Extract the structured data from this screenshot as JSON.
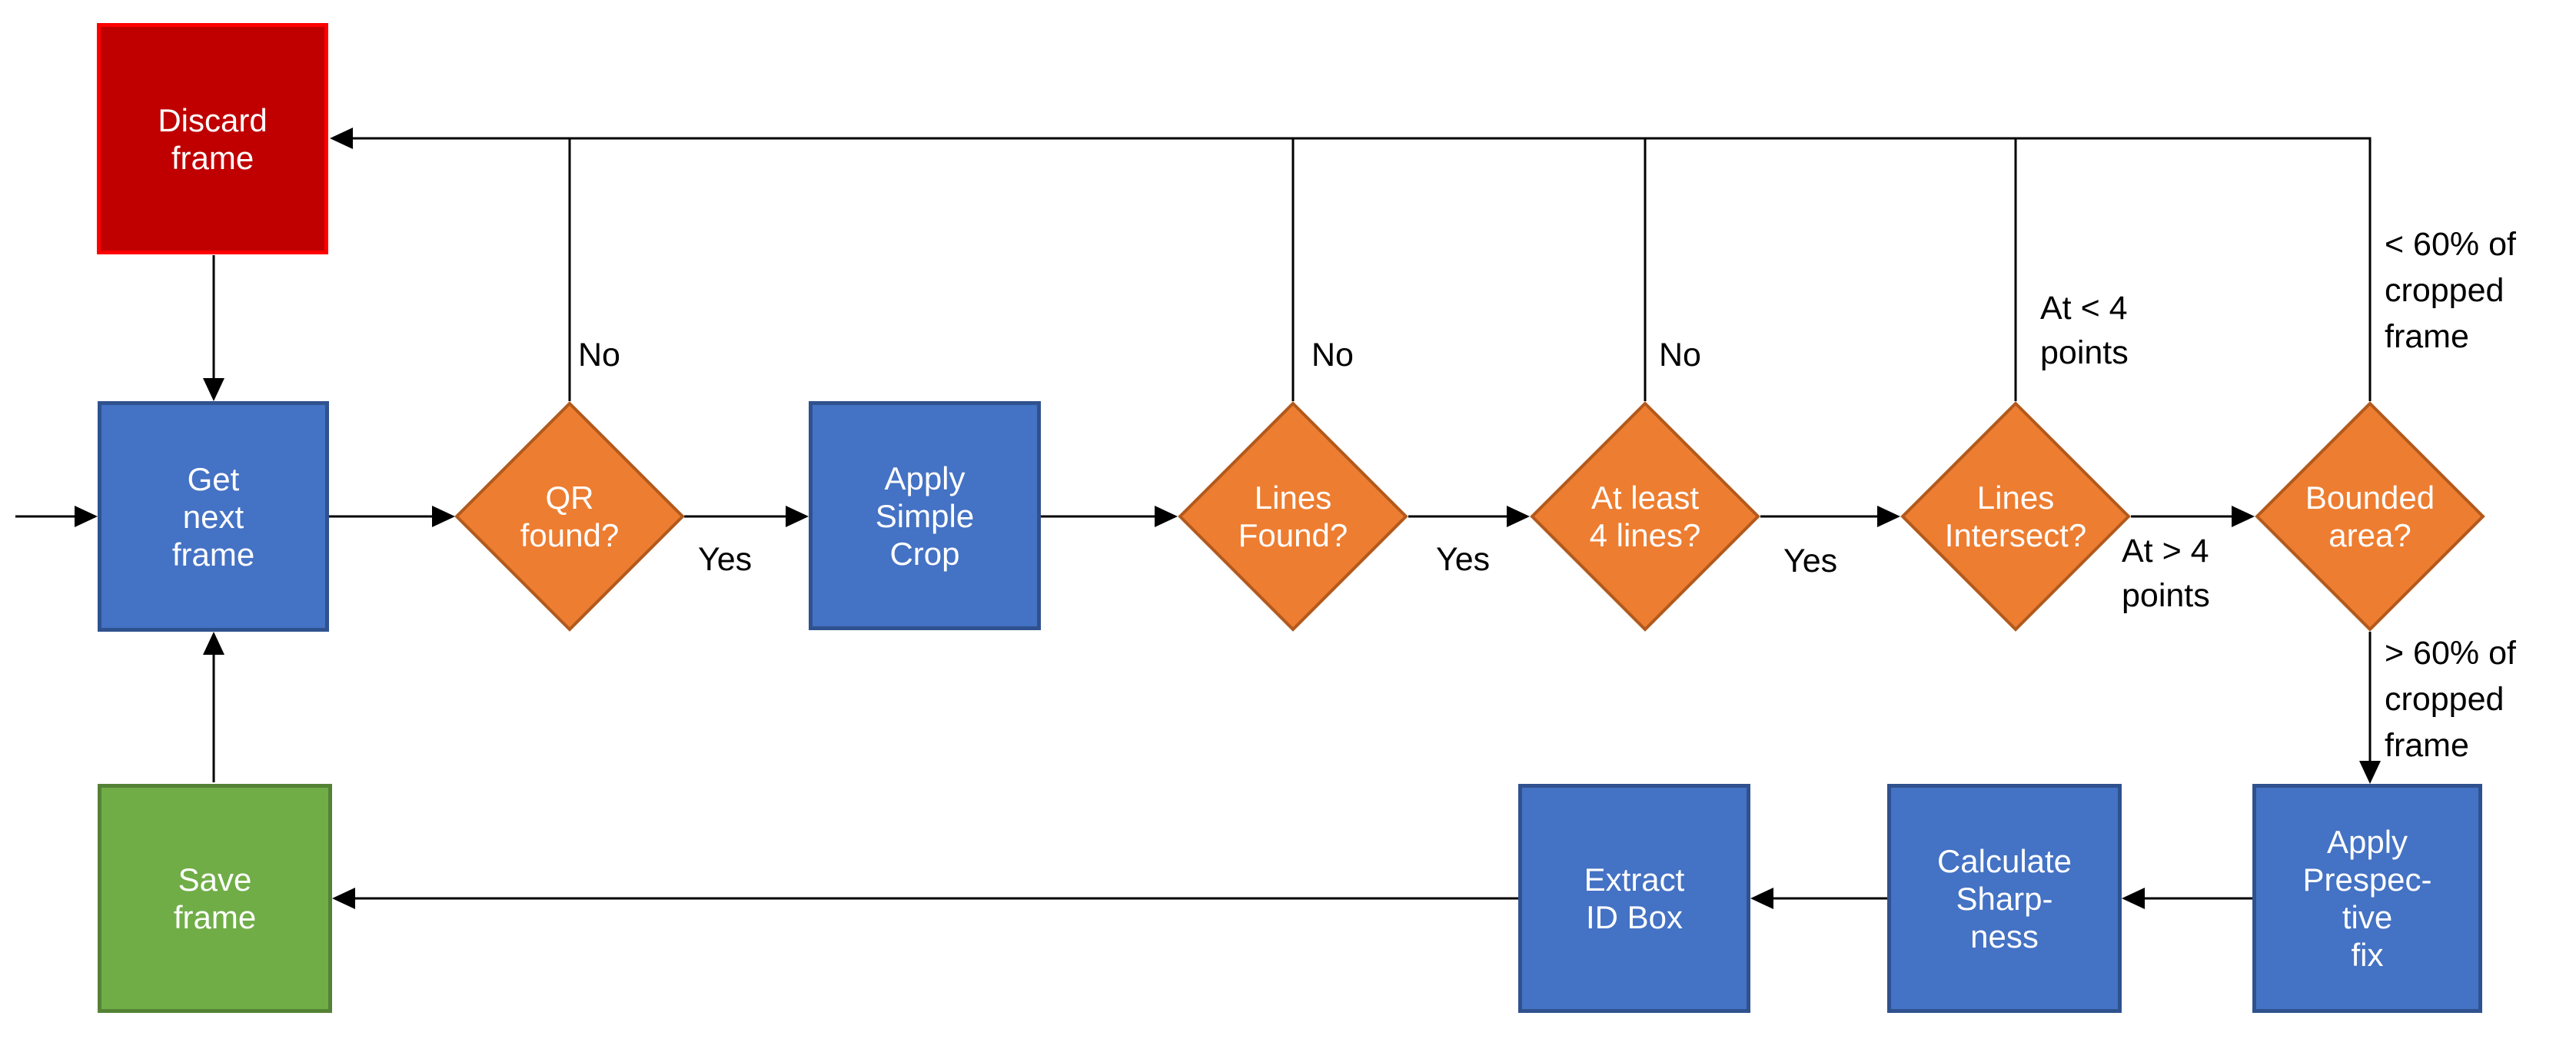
{
  "flowchart": {
    "nodes": {
      "discard_frame": {
        "label": "Discard\nframe",
        "type": "process",
        "fill": "#C00000",
        "border": "#FF0000"
      },
      "get_next_frame": {
        "label": "Get\nnext\nframe",
        "type": "process",
        "fill": "#4472C4",
        "border": "#2F528F"
      },
      "qr_found": {
        "label": "QR\nfound?",
        "type": "decision",
        "fill": "#ED7D31",
        "border": "#B25A1D"
      },
      "apply_simple_crop": {
        "label": "Apply\nSimple\nCrop",
        "type": "process",
        "fill": "#4472C4",
        "border": "#2F528F"
      },
      "lines_found": {
        "label": "Lines\nFound?",
        "type": "decision",
        "fill": "#ED7D31",
        "border": "#B25A1D"
      },
      "at_least_4_lines": {
        "label": "At least\n4 lines?",
        "type": "decision",
        "fill": "#ED7D31",
        "border": "#B25A1D"
      },
      "lines_intersect": {
        "label": "Lines\nIntersect?",
        "type": "decision",
        "fill": "#ED7D31",
        "border": "#B25A1D"
      },
      "bounded_area": {
        "label": "Bounded\narea?",
        "type": "decision",
        "fill": "#ED7D31",
        "border": "#B25A1D"
      },
      "apply_perspective_fix": {
        "label": "Apply\nPrespec-\ntive\nfix",
        "type": "process",
        "fill": "#4472C4",
        "border": "#2F528F"
      },
      "calculate_sharpness": {
        "label": "Calculate\nSharp-\nness",
        "type": "process",
        "fill": "#4472C4",
        "border": "#2F528F"
      },
      "extract_id_box": {
        "label": "Extract\nID Box",
        "type": "process",
        "fill": "#4472C4",
        "border": "#2F528F"
      },
      "save_frame": {
        "label": "Save\nframe",
        "type": "process",
        "fill": "#70AD47",
        "border": "#548235"
      }
    },
    "edge_labels": {
      "qr_no": "No",
      "qr_yes": "Yes",
      "lines_found_no": "No",
      "lines_found_yes": "Yes",
      "four_lines_no": "No",
      "four_lines_yes": "Yes",
      "intersect_lt4": "At < 4\npoints",
      "intersect_gt4": "At > 4\npoints",
      "bounded_lt60": "< 60% of\ncropped\nframe",
      "bounded_gt60": "> 60% of\ncropped\nframe"
    },
    "colors": {
      "process_fill": "#4472C4",
      "process_border": "#2F528F",
      "decision_fill": "#ED7D31",
      "decision_border": "#B25A1D",
      "discard_fill": "#C00000",
      "discard_border": "#FF0000",
      "save_fill": "#70AD47",
      "save_border": "#548235",
      "connector": "#000000",
      "label_text": "#000000",
      "node_text": "#ffffff"
    }
  }
}
